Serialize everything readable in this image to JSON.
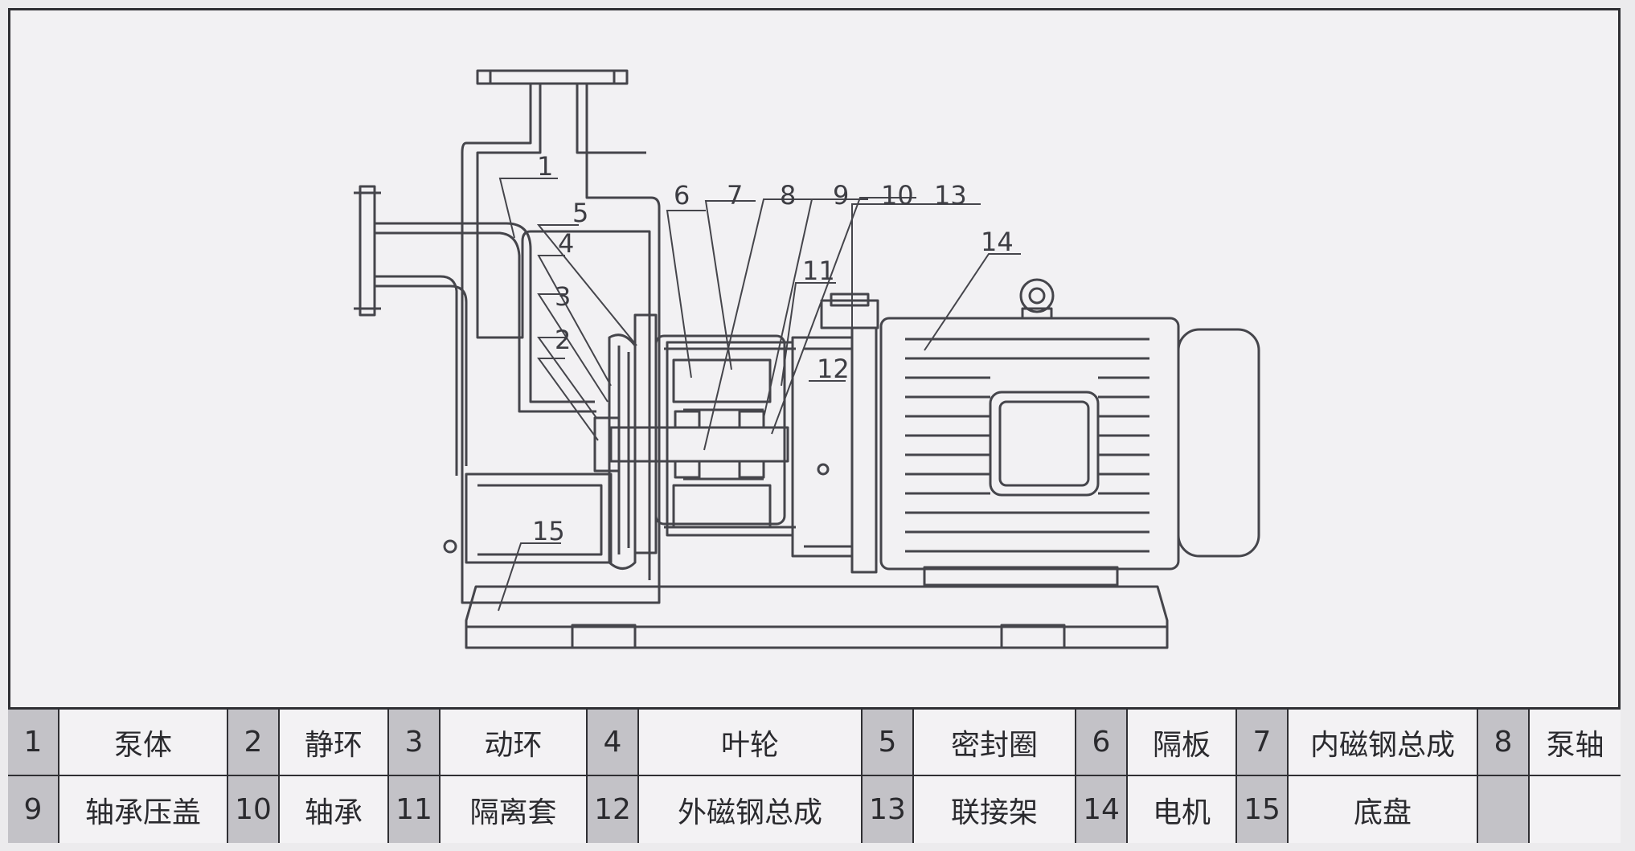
{
  "callouts": [
    "1",
    "2",
    "3",
    "4",
    "5",
    "6",
    "7",
    "8",
    "9",
    "10",
    "11",
    "12",
    "13",
    "14",
    "15"
  ],
  "legend": [
    {
      "num": "1",
      "name": "泵体"
    },
    {
      "num": "2",
      "name": "静环"
    },
    {
      "num": "3",
      "name": "动环"
    },
    {
      "num": "4",
      "name": "叶轮"
    },
    {
      "num": "5",
      "name": "密封圈"
    },
    {
      "num": "6",
      "name": "隔板"
    },
    {
      "num": "7",
      "name": "内磁钢总成"
    },
    {
      "num": "8",
      "name": "泵轴"
    },
    {
      "num": "9",
      "name": "轴承压盖"
    },
    {
      "num": "10",
      "name": "轴承"
    },
    {
      "num": "11",
      "name": "隔离套"
    },
    {
      "num": "12",
      "name": "外磁钢总成"
    },
    {
      "num": "13",
      "name": "联接架"
    },
    {
      "num": "14",
      "name": "电机"
    },
    {
      "num": "15",
      "name": "底盘"
    },
    {
      "num": "",
      "name": ""
    }
  ],
  "colors": {
    "line": "#45454b",
    "background": "#f2f1f3",
    "numberCell": "#c3c2c7",
    "border": "#2f2f33"
  }
}
